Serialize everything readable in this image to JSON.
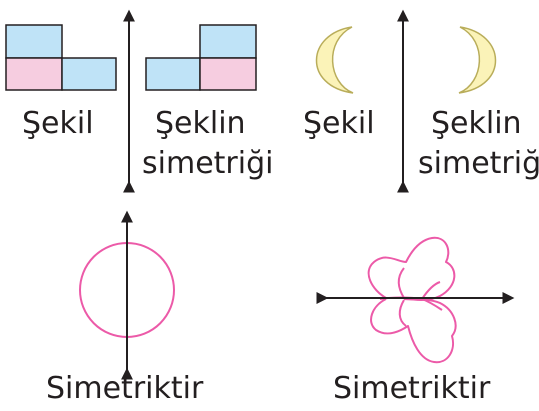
{
  "labels": {
    "shape_1": "Şekil",
    "mirror_1_line1": "Şeklin",
    "mirror_1_line2": "simetriği",
    "shape_2": "Şekil",
    "mirror_2_line1": "Şeklin",
    "mirror_2_line2": "simetriği",
    "symmetric_circle": "Simetriktir",
    "symmetric_butterfly": "Simetriktir"
  },
  "colors": {
    "blue_fill": "#bfe3f7",
    "pink_fill": "#f6cde0",
    "outline": "#231f20",
    "moon_fill": "#fbf3b8",
    "moon_stroke": "#b9ad5a",
    "magenta": "#ec5aa8",
    "text": "#231f20"
  },
  "icons": [
    "rectangle-shape",
    "mirrored-rectangle-shape",
    "crescent-moon",
    "mirrored-crescent-moon",
    "circle",
    "butterfly"
  ]
}
